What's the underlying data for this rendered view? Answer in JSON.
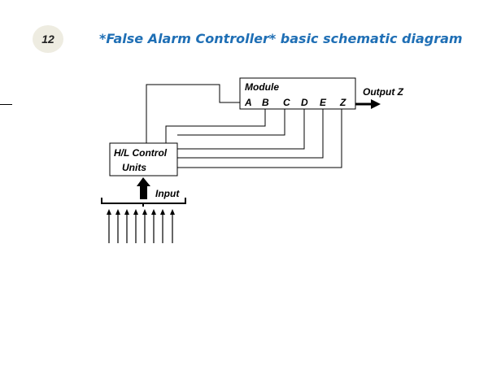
{
  "slide_number": "12",
  "title": "*False Alarm Controller* basic schematic diagram",
  "diagram": {
    "module_label": "Module",
    "module_pins": [
      "A",
      "B",
      "C",
      "D",
      "E",
      "Z"
    ],
    "output_label": "Output Z",
    "control_line1": "H/L Control",
    "control_line2": "Units",
    "input_label": "Input"
  }
}
